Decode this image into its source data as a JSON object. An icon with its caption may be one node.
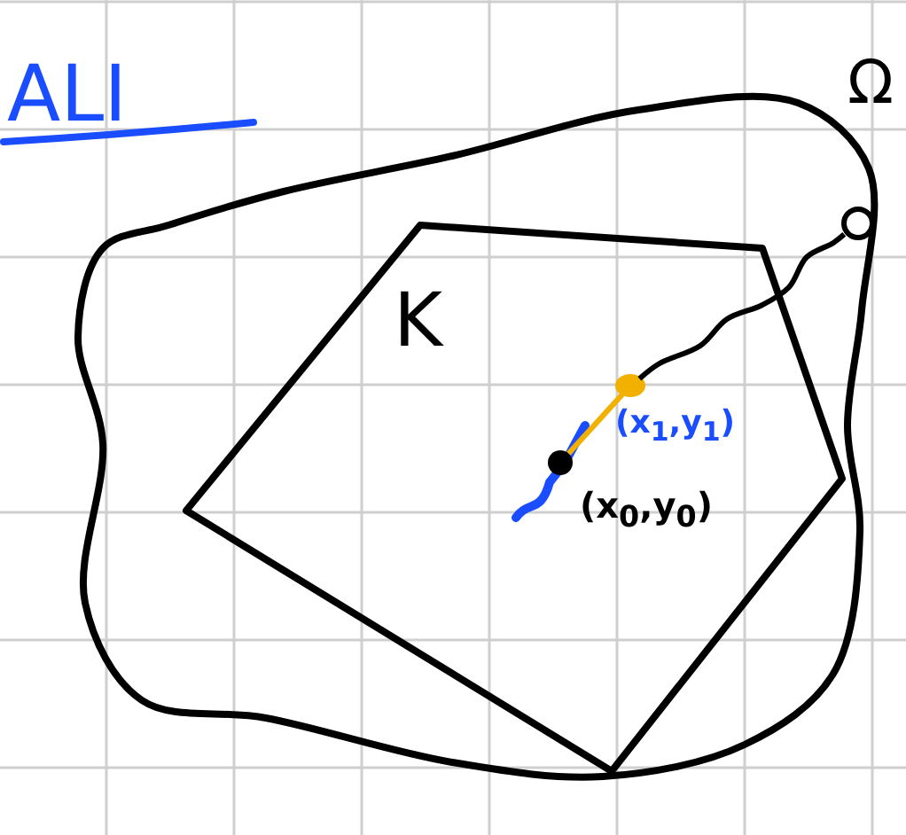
{
  "diagram": {
    "nodes": [
      {
        "text": [
          "Ω"
        ]
      },
      {
        "text": [
          "K"
        ],
        "in": 0
      },
      {
        "text": [],
        "shape": "circle",
        "in": 1,
        "beside": [
          "(x$_{0}$,y$_{0}$)"
        ]
      },
      {
        "text": [],
        "shape": "circle",
        "in": 1,
        "beside": [
          "(x$_{1}$,y$_{1}$)"
        ]
      },
      {
        "text": [],
        "shape": "circle",
        "in": 0
      }
    ],
    "edges": [
      {
        "from": 2,
        "to": 3,
        "arrow": "none",
        "color": "#f2b000"
      },
      {
        "from": 3,
        "to": 4,
        "arrow": "none",
        "color": "#000000"
      }
    ],
    "labels": [
      "ALI"
    ]
  }
}
